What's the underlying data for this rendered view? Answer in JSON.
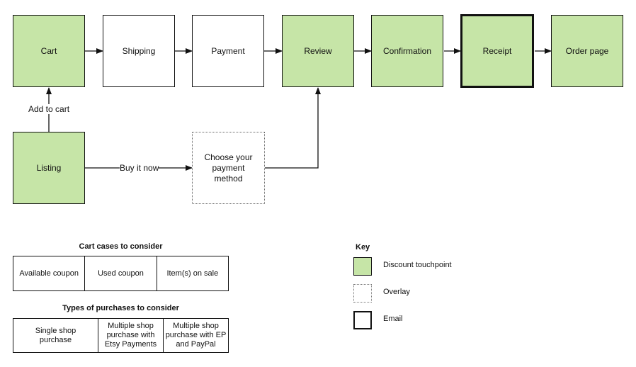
{
  "flow": {
    "nodes": {
      "cart": "Cart",
      "shipping": "Shipping",
      "payment": "Payment",
      "review": "Review",
      "confirmation": "Confirmation",
      "receipt": "Receipt",
      "order_page": "Order page",
      "listing": "Listing",
      "choose_payment": "Choose your payment method"
    },
    "edge_labels": {
      "add_to_cart": "Add to cart",
      "buy_it_now": "Buy it now"
    }
  },
  "cart_cases": {
    "title": "Cart cases to consider",
    "cells": [
      "Available coupon",
      "Used coupon",
      "Item(s) on sale"
    ]
  },
  "purchase_types": {
    "title": "Types of purchases to consider",
    "cells": [
      "Single shop purchase",
      "Multiple shop purchase with Etsy Payments",
      "Multiple shop purchase with EP and PayPal"
    ]
  },
  "key": {
    "title": "Key",
    "items": [
      "Discount touchpoint",
      "Overlay",
      "Email"
    ]
  },
  "colors": {
    "discount_fill": "#c6e5a7",
    "line": "#111111",
    "overlay_border": "#666666"
  }
}
